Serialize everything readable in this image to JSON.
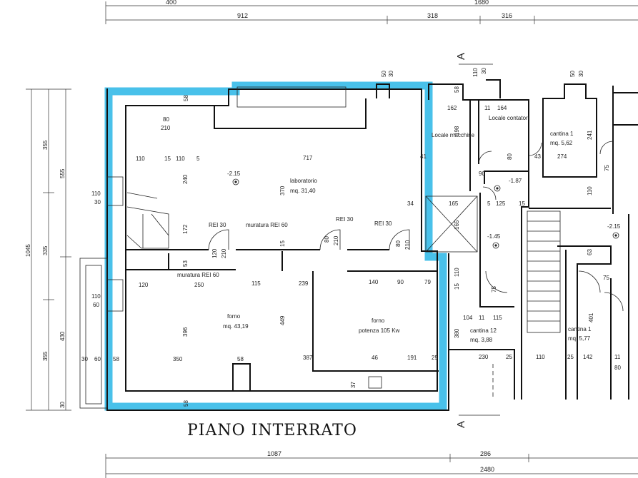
{
  "plan_title": "PIANO INTERRATO",
  "section_marker": "A",
  "top_dims": [
    "400",
    "1680",
    "912",
    "318",
    "316"
  ],
  "bottom_dims": [
    "1087",
    "286",
    "2480"
  ],
  "left_dims": [
    "1045",
    "555",
    "355",
    "335",
    "430",
    "355",
    "30"
  ],
  "rooms": {
    "laboratorio": {
      "name": "laboratorio",
      "area": "mq. 31,40"
    },
    "forno_left": {
      "name": "forno",
      "area": "mq. 43,19"
    },
    "forno_right": {
      "name": "forno",
      "power": "potenza 105 Kw"
    },
    "locale_macchine": {
      "name": "Locale macchine"
    },
    "locale_contatori": {
      "name": "Locale contatori"
    },
    "cantina1": {
      "name": "cantina 1",
      "area": "mq. 5,62"
    },
    "cantina12": {
      "name": "cantina 12",
      "area": "mq. 3,88"
    },
    "cantina1b": {
      "name": "cantina 1",
      "area": "mq. 5,77"
    }
  },
  "levels": [
    "-2.15",
    "-1.87",
    "-1.45",
    "-2.15"
  ],
  "wall_notes": [
    "muratura REI 60",
    "muratura REI 60",
    "REI 30",
    "REI 30",
    "REI 30"
  ],
  "inner_dims": [
    "58",
    "80",
    "210",
    "110",
    "15",
    "110",
    "5",
    "717",
    "41",
    "240",
    "370",
    "110",
    "30",
    "172",
    "120",
    "210",
    "15",
    "80",
    "210",
    "80",
    "210",
    "34",
    "53",
    "120",
    "250",
    "115",
    "239",
    "140",
    "90",
    "79",
    "110",
    "60",
    "396",
    "449",
    "350",
    "58",
    "387",
    "46",
    "191",
    "25",
    "30",
    "60",
    "58",
    "37",
    "58",
    "162",
    "11",
    "164",
    "198",
    "80",
    "90",
    "165",
    "165",
    "5",
    "125",
    "15",
    "110",
    "15",
    "75",
    "104",
    "11",
    "115",
    "380",
    "230",
    "25",
    "110",
    "25",
    "142",
    "11",
    "80",
    "43",
    "274",
    "241",
    "75",
    "110",
    "63",
    "75",
    "401",
    "50",
    "30",
    "110",
    "30",
    "50",
    "30",
    "58"
  ]
}
